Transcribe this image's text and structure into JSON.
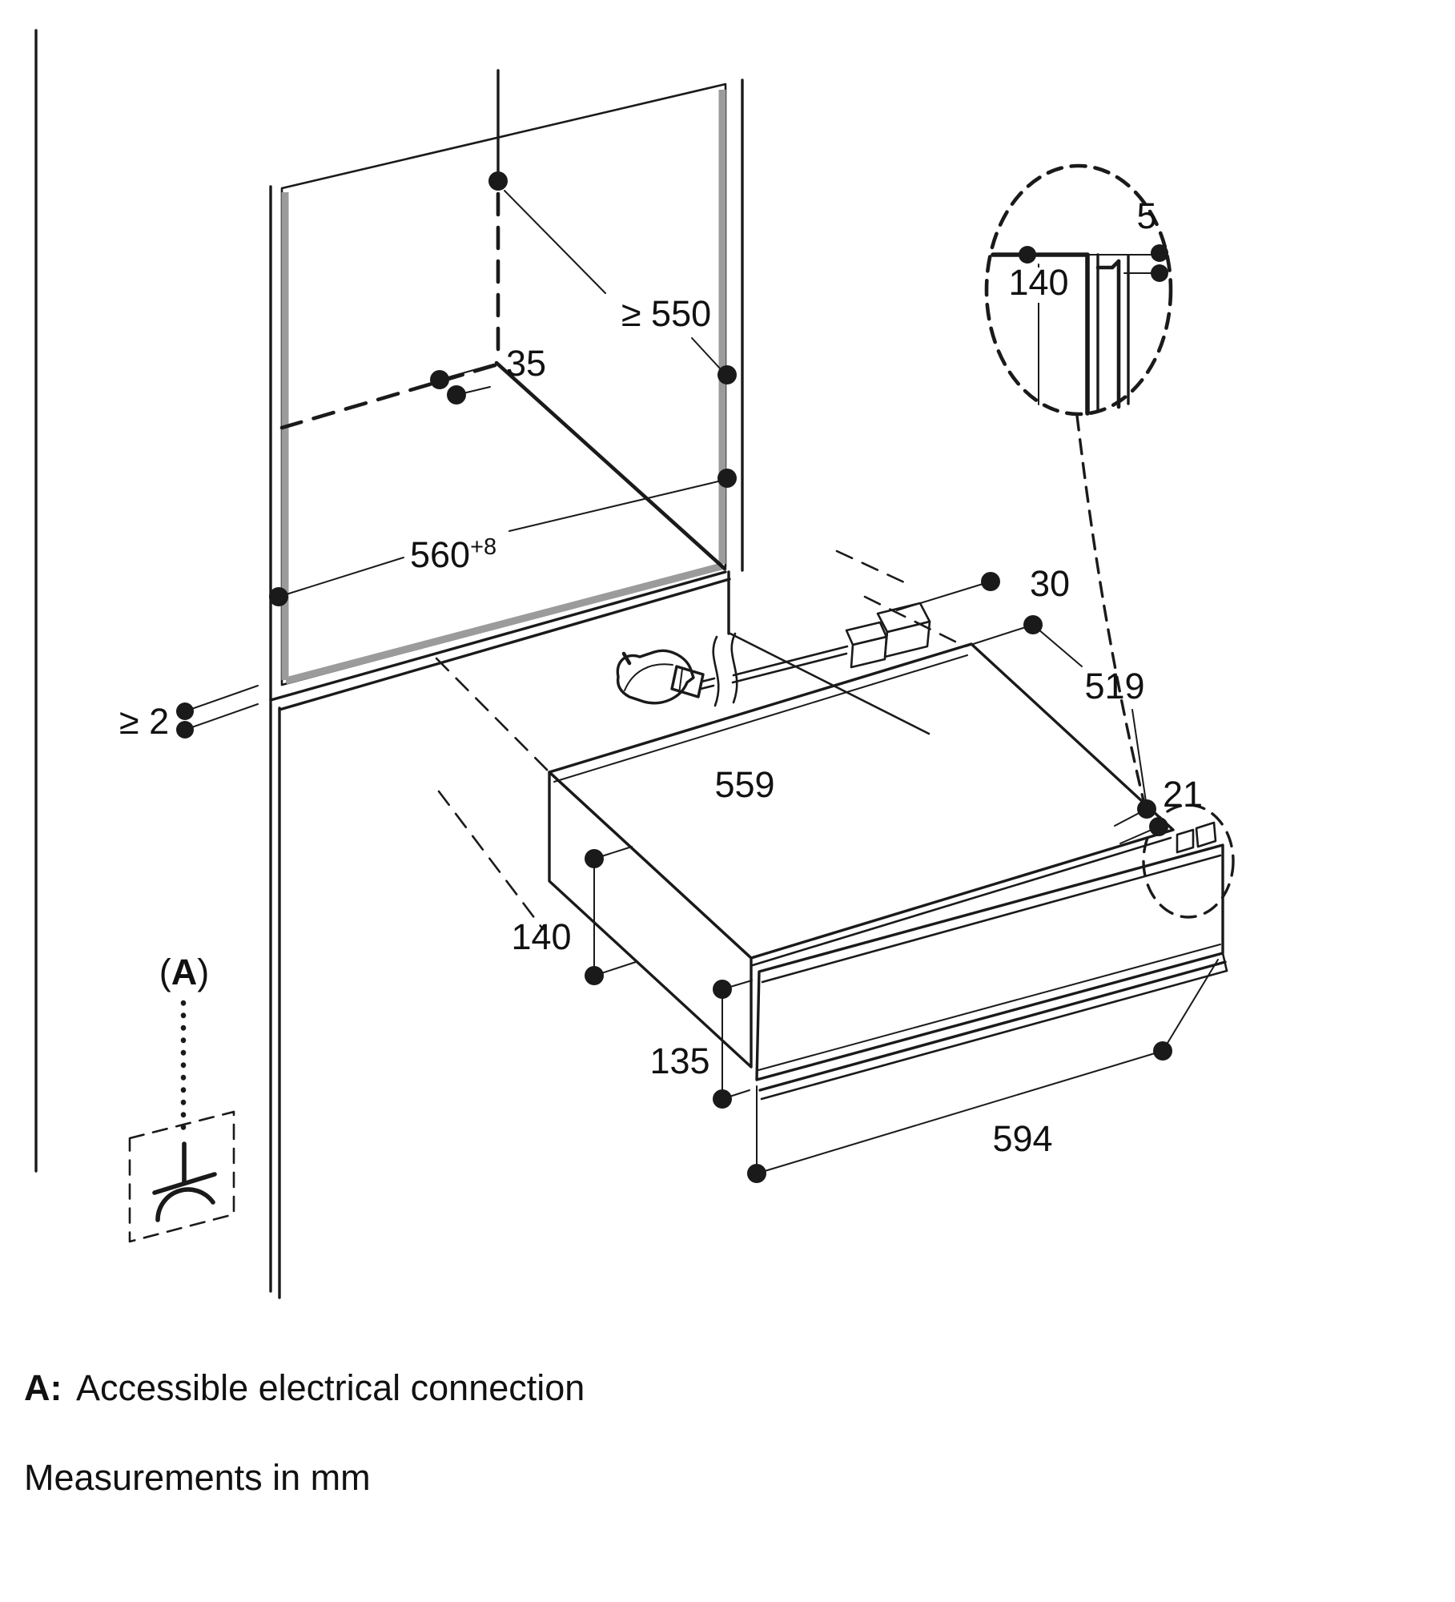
{
  "note": "Measurements in mm",
  "legend": {
    "key": "A:",
    "label": "Accessible electrical connection"
  },
  "callout": {
    "open": "(",
    "letter": "A",
    "close": ")"
  },
  "dimensions": {
    "niche_depth": "≥ 550",
    "rear_offset": "35",
    "niche_width": "560",
    "niche_width_tol": "+8",
    "side_gap": "≥ 2",
    "rear_clearance": "30",
    "appliance_depth": "519",
    "corner_step": "21",
    "appliance_width": "559",
    "appliance_height": "140",
    "panel_height": "135",
    "panel_width": "594",
    "detail_gap": "5",
    "detail_height": "140"
  },
  "colors": {
    "line": "#1a1a1a",
    "niche_panel_fill": "#e4e4e4",
    "niche_panel_edge": "#9b9b9b",
    "face_fill": "#f4f4f4",
    "background": "#ffffff"
  }
}
